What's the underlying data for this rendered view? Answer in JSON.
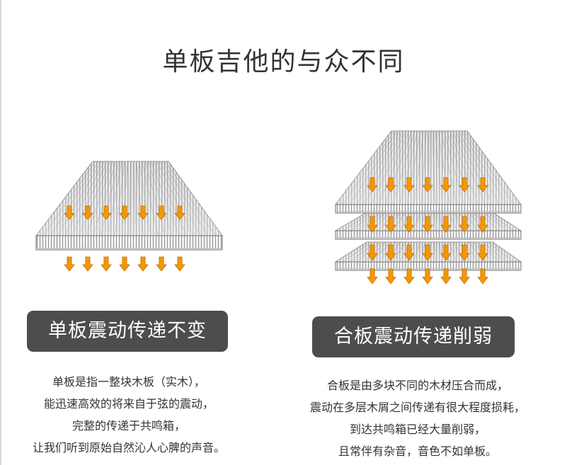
{
  "title": "单板吉他的与众不同",
  "colors": {
    "arrow": "#f39800",
    "arrow_dark": "#c96a00",
    "pill": "#4d4d4d",
    "plank_light": "#e8e8e8",
    "plank_line": "#8a8a8a"
  },
  "solid": {
    "label": "单板震动传递不变",
    "description": [
      "单板是指一整块木板（实木），",
      "能迅速高效的将来自于弦的震动，",
      "完整的传递于共鸣箱，",
      "让我们听到原始自然沁人心脾的声音。"
    ]
  },
  "laminate": {
    "label": "合板震动传递削弱",
    "description": [
      "合板是由多块不同的木材压合而成，",
      "震动在多层木屑之间传递有很大程度损耗，",
      "到达共鸣箱已经大量削弱，",
      "且常伴有杂音，音色不如单板。"
    ]
  },
  "icons": [
    "vibration-arrow-icon"
  ]
}
